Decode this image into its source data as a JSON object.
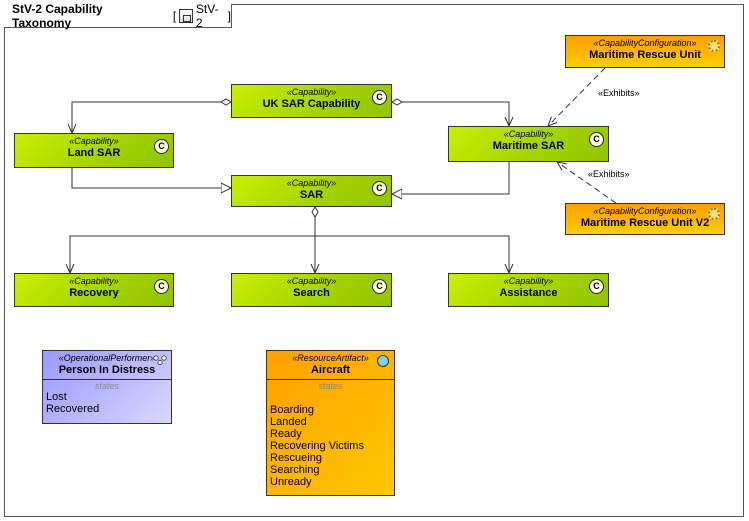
{
  "diagram": {
    "title": "StV-2 Capability Taxonomy",
    "ref_open": "[",
    "ref_name": "StV-2",
    "ref_close": "]"
  },
  "capabilities": {
    "uk_sar": {
      "stereotype": "«Capability»",
      "name": "UK SAR Capability",
      "icon": "C"
    },
    "land_sar": {
      "stereotype": "«Capability»",
      "name": "Land SAR",
      "icon": "C"
    },
    "maritime_sar": {
      "stereotype": "«Capability»",
      "name": "Maritime SAR",
      "icon": "C"
    },
    "sar": {
      "stereotype": "«Capability»",
      "name": "SAR",
      "icon": "C"
    },
    "recovery": {
      "stereotype": "«Capability»",
      "name": "Recovery",
      "icon": "C"
    },
    "search": {
      "stereotype": "«Capability»",
      "name": "Search",
      "icon": "C"
    },
    "assistance": {
      "stereotype": "«Capability»",
      "name": "Assistance",
      "icon": "C"
    }
  },
  "configurations": {
    "mru": {
      "stereotype": "«CapabilityConfiguration»",
      "name": "Maritime Rescue Unit"
    },
    "mru_v2": {
      "stereotype": "«CapabilityConfiguration»",
      "name": "Maritime Rescue Unit V2"
    }
  },
  "relations": {
    "exhibits1": "«Exhibits»",
    "exhibits2": "«Exhibits»"
  },
  "performer": {
    "stereotype": "«OperationalPerformer»",
    "name": "Person In Distress",
    "compartment": "states",
    "states": [
      "Lost",
      "Recovered"
    ]
  },
  "artifact": {
    "stereotype": "«ResourceArtifact»",
    "name": "Aircraft",
    "compartment": "states",
    "states": [
      "Boarding",
      "Landed",
      "Ready",
      "Recovering Victims",
      "Rescueing",
      "Searching",
      "Unready"
    ]
  },
  "colors": {
    "capability": "#a6d400",
    "configuration": "#ffb400",
    "performer": "#b8b8ff",
    "artifact": "#ffb400"
  }
}
